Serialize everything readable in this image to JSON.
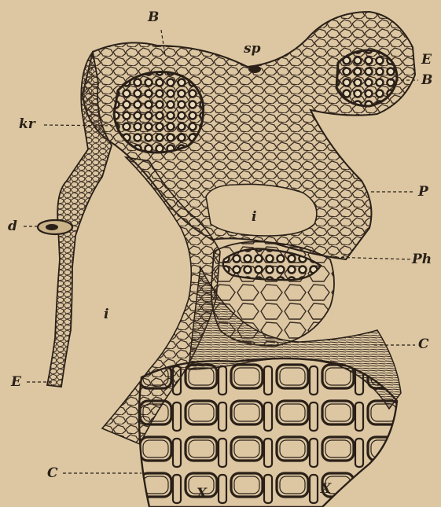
{
  "figure": {
    "labels": {
      "B_top": "B",
      "sp": "sp",
      "E_right": "E",
      "B_right": "B",
      "kr": "kr",
      "P": "P",
      "i_center": "i",
      "d": "d",
      "Ph": "Ph",
      "i_left": "i",
      "C_right": "C",
      "E_left": "E",
      "C_left": "C",
      "X_left": "X",
      "X_right": "X"
    },
    "colors": {
      "paper": "#dcc7a2",
      "ink": "#2a2018"
    }
  }
}
